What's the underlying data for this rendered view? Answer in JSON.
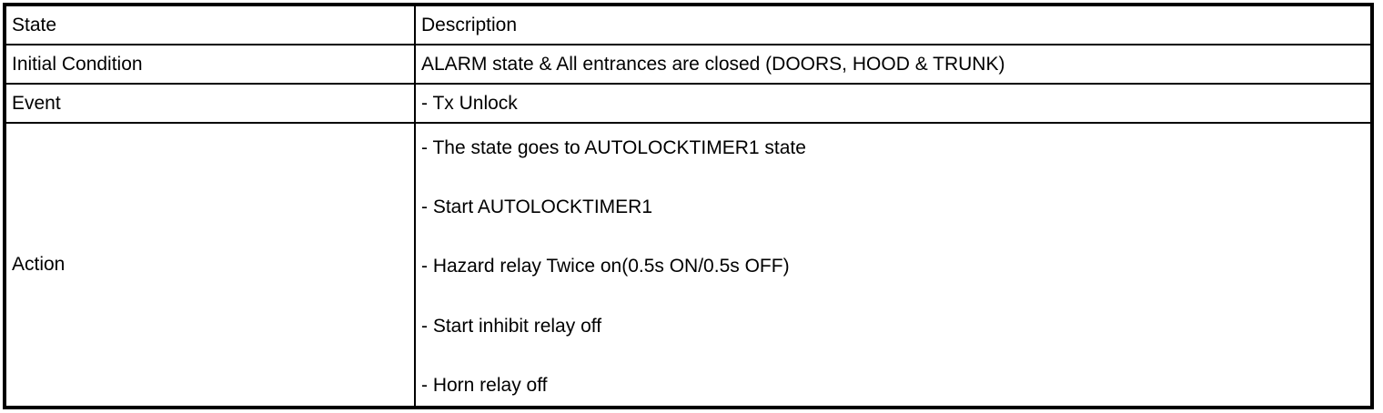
{
  "table": {
    "header": {
      "state": "State",
      "description": "Description"
    },
    "rows": [
      {
        "state": "Initial Condition",
        "description": [
          "ALARM state & All entrances are closed (DOORS, HOOD & TRUNK)"
        ]
      },
      {
        "state": "Event",
        "description": [
          "- Tx Unlock"
        ]
      },
      {
        "state": "Action",
        "description": [
          "- The state goes to AUTOLOCKTIMER1 state",
          "- Start AUTOLOCKTIMER1",
          "- Hazard relay Twice on(0.5s ON/0.5s OFF)",
          "- Start inhibit relay off",
          "- Horn relay off"
        ]
      }
    ],
    "colors": {
      "border": "#000000",
      "background": "#ffffff",
      "text": "#000000"
    }
  }
}
